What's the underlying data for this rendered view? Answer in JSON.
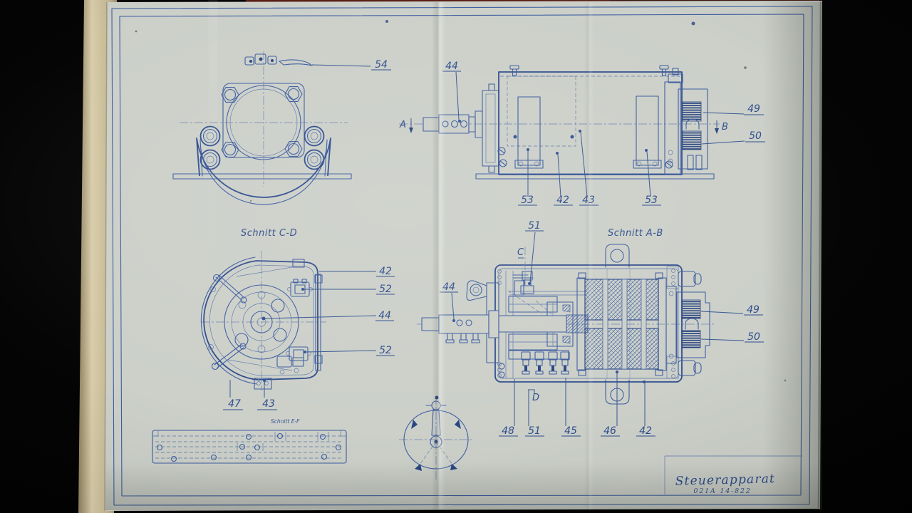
{
  "document": {
    "type": "engineering blueprint photograph",
    "sheet_title": "Steuerapparat",
    "sheet_number": "021A 14-822"
  },
  "colors": {
    "photo_background": "#000000",
    "paper": "#cbcfc8",
    "ink": "#2e4f93",
    "ink_dark": "#1f3d7e",
    "handwriting": "#2b4a8c",
    "book_edge": "#c9bc98",
    "binding_strip": "#54190f"
  },
  "front_view": {
    "callout_54": "54"
  },
  "side_view": {
    "marker_a": "A",
    "marker_b": "B",
    "callout_44": "44",
    "callout_49": "49",
    "callout_50": "50",
    "callout_53_left": "53",
    "callout_42": "42",
    "callout_43": "43",
    "callout_53_right": "53"
  },
  "section_cd": {
    "heading": "Schnitt C-D",
    "callout_42": "42",
    "callout_52_upper": "52",
    "callout_44": "44",
    "callout_52_lower": "52",
    "callout_47": "47",
    "callout_43": "43"
  },
  "section_ef": {
    "heading": "Schnitt E-F"
  },
  "section_ab": {
    "heading": "Schnitt A-B",
    "marker_c": "C",
    "marker_d": "D",
    "callout_51_upper": "51",
    "callout_44": "44",
    "callout_49": "49",
    "callout_50": "50",
    "callout_48": "48",
    "callout_51_lower": "51",
    "callout_45": "45",
    "callout_46": "46",
    "callout_42": "42"
  },
  "title_block": {
    "title": "Steuerapparat",
    "number": "021A 14-822"
  }
}
